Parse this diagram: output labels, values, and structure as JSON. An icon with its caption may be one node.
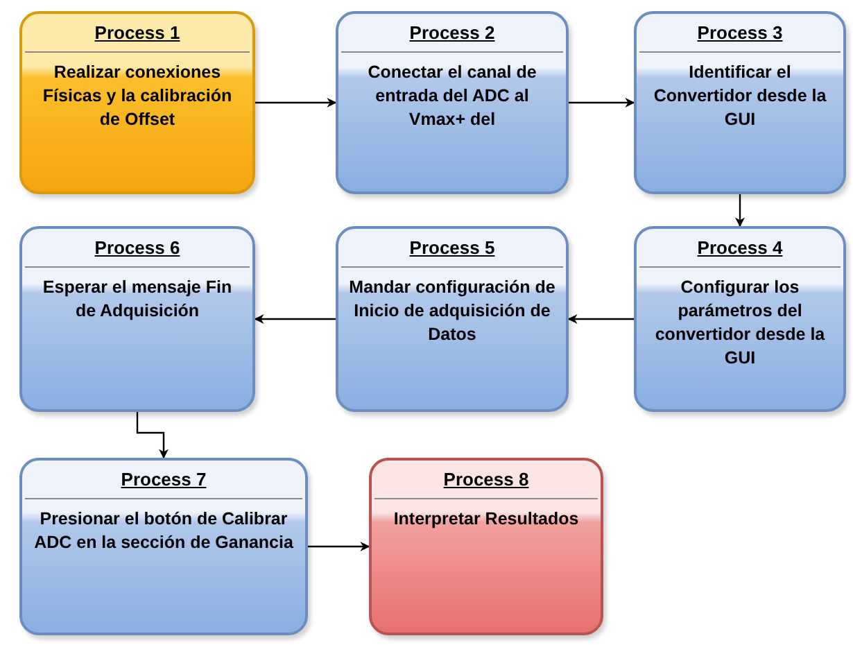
{
  "diagram": {
    "nodes": [
      {
        "text": [
          "Process 1",
          "Realizar conexiones Físicas y la calibración de Offset"
        ]
      },
      {
        "text": [
          "Process 2",
          "Conectar el canal de entrada del ADC al Vmax+ del"
        ]
      },
      {
        "text": [
          "Process 3",
          "Identificar el Convertidor desde la GUI"
        ]
      },
      {
        "text": [
          "Process 4",
          "Configurar los parámetros del convertidor desde la GUI"
        ]
      },
      {
        "text": [
          "Process 5",
          "Mandar configuración de Inicio de adquisición de Datos"
        ]
      },
      {
        "text": [
          "Process 6",
          "Esperar el mensaje Fin de Adquisición"
        ]
      },
      {
        "text": [
          "Process 7",
          "Presionar el botón de Calibrar ADC en la sección de Ganancia"
        ]
      },
      {
        "text": [
          "Process 8",
          "Interpretar Resultados"
        ]
      }
    ],
    "edges": [
      {
        "from": 0,
        "to": 1,
        "arrow": "to"
      },
      {
        "from": 1,
        "to": 2,
        "arrow": "to"
      },
      {
        "from": 2,
        "to": 3,
        "arrow": "to"
      },
      {
        "from": 3,
        "to": 4,
        "arrow": "to"
      },
      {
        "from": 4,
        "to": 5,
        "arrow": "to"
      },
      {
        "from": 5,
        "to": 6,
        "arrow": "to"
      },
      {
        "from": 6,
        "to": 7,
        "arrow": "to"
      }
    ]
  }
}
